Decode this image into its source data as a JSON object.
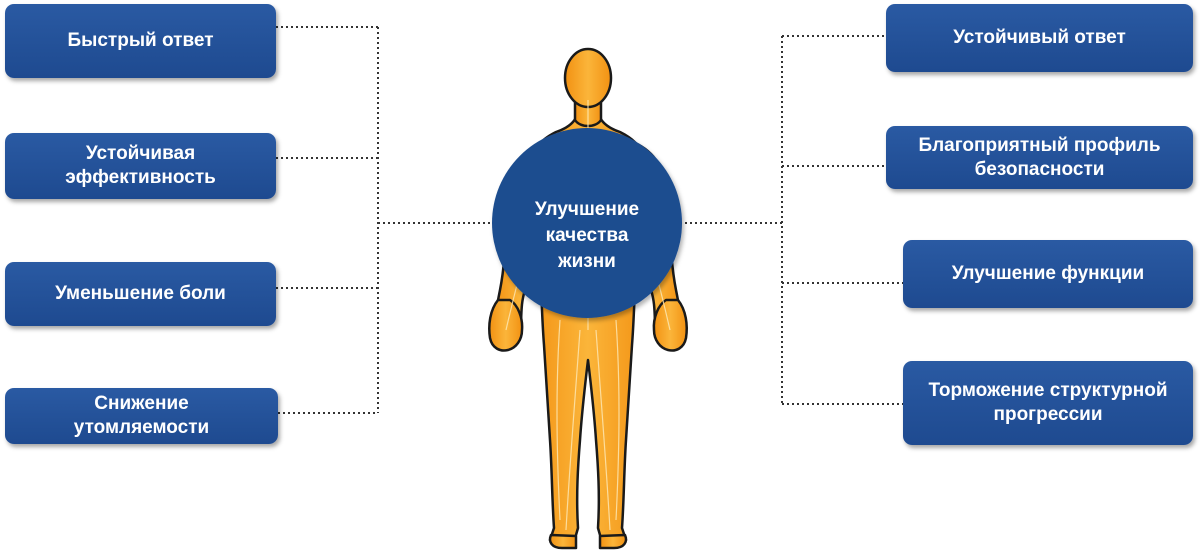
{
  "center": {
    "label": "Улучшение\nкачества\nжизни"
  },
  "left_items": [
    {
      "label": "Быстрый ответ"
    },
    {
      "label": "Устойчивая\nэффективность"
    },
    {
      "label": "Уменьшение боли"
    },
    {
      "label": "Снижение\nутомляемости"
    }
  ],
  "right_items": [
    {
      "label": "Устойчивый ответ"
    },
    {
      "label": "Благоприятный профиль\nбезопасности"
    },
    {
      "label": "Улучшение функции"
    },
    {
      "label": "Торможение структурной\nпрогрессии"
    }
  ],
  "colors": {
    "box": "#1e4a90",
    "circle": "#1f4e8f",
    "body_fill": "#f7a420",
    "body_outline": "#1a1a1a",
    "connector": "#333333"
  }
}
